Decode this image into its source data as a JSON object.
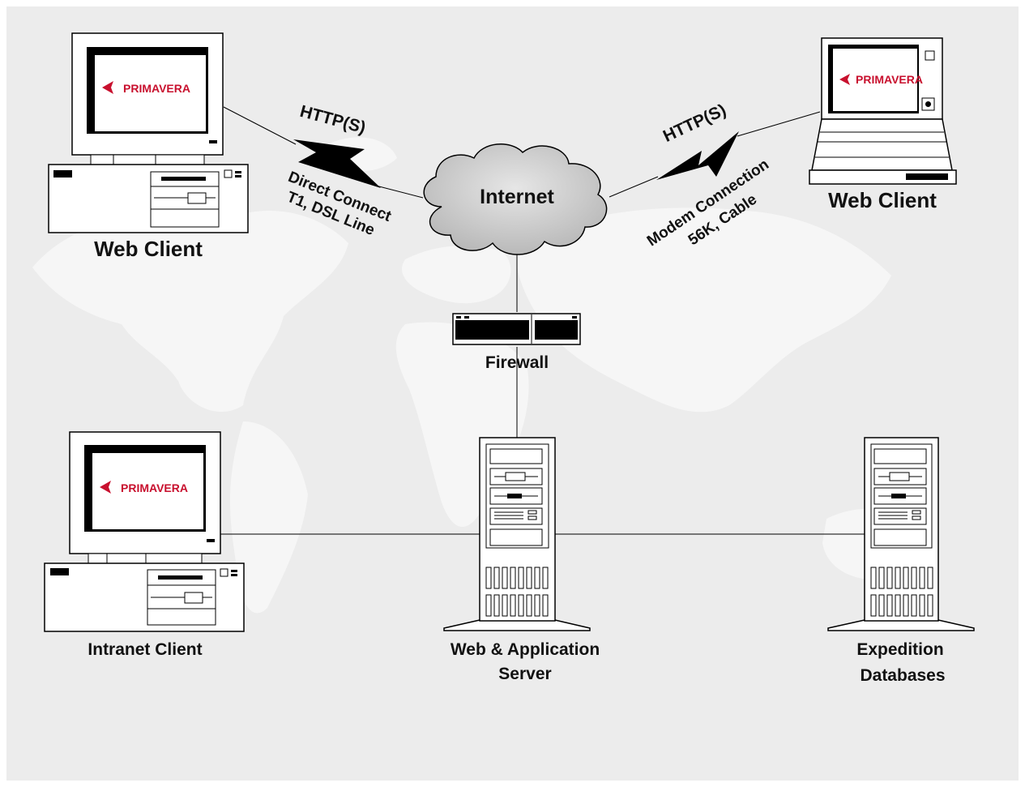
{
  "colors": {
    "background_panel": "#ececec",
    "world_map": "#f7f7f7",
    "cloud_fill": "#c9c9c9",
    "device_outline": "#000000",
    "brand_red": "#c8102e",
    "label_text": "#111111"
  },
  "brand": {
    "logo_text": "PRIMAVERA"
  },
  "nodes": {
    "web_client_desktop": {
      "label": "Web Client"
    },
    "web_client_laptop": {
      "label": "Web Client"
    },
    "internet": {
      "label": "Internet"
    },
    "firewall": {
      "label": "Firewall"
    },
    "intranet_client": {
      "label": "Intranet Client"
    },
    "app_server": {
      "line1": "Web & Application",
      "line2": "Server"
    },
    "databases": {
      "line1": "Expedition",
      "line2": "Databases"
    }
  },
  "links": {
    "left": {
      "protocol": "HTTP(S)",
      "line1": "Direct Connect",
      "line2": "T1, DSL Line"
    },
    "right": {
      "protocol": "HTTP(S)",
      "line1": "Modem Connection",
      "line2": "56K, Cable"
    }
  }
}
